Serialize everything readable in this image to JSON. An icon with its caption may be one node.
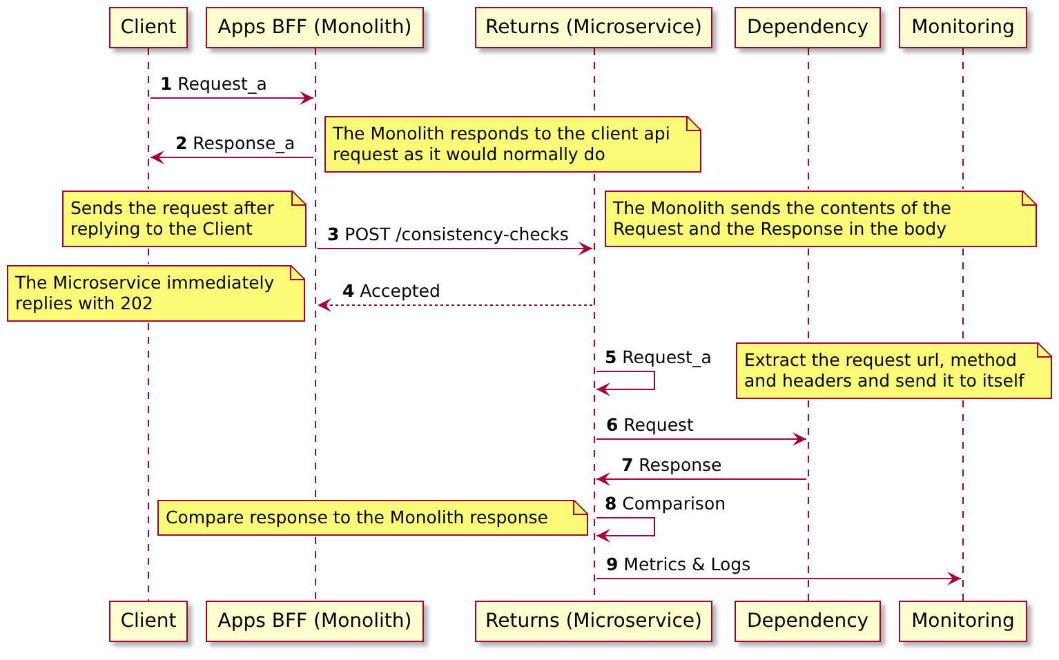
{
  "diagram": {
    "nodes": [
      {
        "text": [
          "Client"
        ]
      },
      {
        "text": [
          "Apps BFF (Monolith)"
        ]
      },
      {
        "text": [
          "Returns (Microservice)"
        ]
      },
      {
        "text": [
          "Dependency"
        ]
      },
      {
        "text": [
          "Monitoring"
        ]
      },
      {
        "text": [],
        "shape": "line"
      },
      {
        "text": [],
        "shape": "line"
      },
      {
        "text": [],
        "shape": "line"
      },
      {
        "text": [],
        "shape": "line"
      },
      {
        "text": [],
        "shape": "line"
      },
      {
        "text": [
          "The Monolith responds to the client api request as it would normally do"
        ]
      },
      {
        "text": [
          "Sends the request after replying to the Client"
        ]
      },
      {
        "text": [
          "The Monolith sends the contents of the Request and the Response in the body"
        ]
      },
      {
        "text": [
          "The Microservice immediately replies with 202"
        ]
      },
      {
        "text": [
          "Extract the request url, method and headers and send it to itself"
        ]
      },
      {
        "text": [
          "Compare response to the Monolith response"
        ]
      },
      {
        "text": [
          "Client"
        ]
      },
      {
        "text": [
          "Apps BFF (Monolith)"
        ]
      },
      {
        "text": [
          "Returns (Microservice)"
        ]
      },
      {
        "text": [
          "Dependency"
        ]
      },
      {
        "text": [
          "Monitoring"
        ]
      }
    ],
    "edges": [
      {
        "from": 5,
        "to": 6,
        "arrow": "to",
        "label": "**1** Request_a"
      },
      {
        "from": 6,
        "to": 5,
        "arrow": "to",
        "label": "**2** Response_a"
      },
      {
        "from": 6,
        "to": 7,
        "arrow": "to",
        "label": "**3** POST /consistency-checks"
      },
      {
        "from": 7,
        "to": 6,
        "arrow": "to",
        "label": "**4** Accepted",
        "style": "dashed"
      },
      {
        "from": 7,
        "to": 7,
        "arrow": "to",
        "label": "**5** Request_a"
      },
      {
        "from": 7,
        "to": 8,
        "arrow": "to",
        "label": "**6** Request"
      },
      {
        "from": 8,
        "to": 7,
        "arrow": "to",
        "label": "**7** Response"
      },
      {
        "from": 7,
        "to": 7,
        "arrow": "to",
        "label": "**8** Comparison"
      },
      {
        "from": 7,
        "to": 9,
        "arrow": "to",
        "label": "**9** Metrics & Logs"
      }
    ]
  }
}
